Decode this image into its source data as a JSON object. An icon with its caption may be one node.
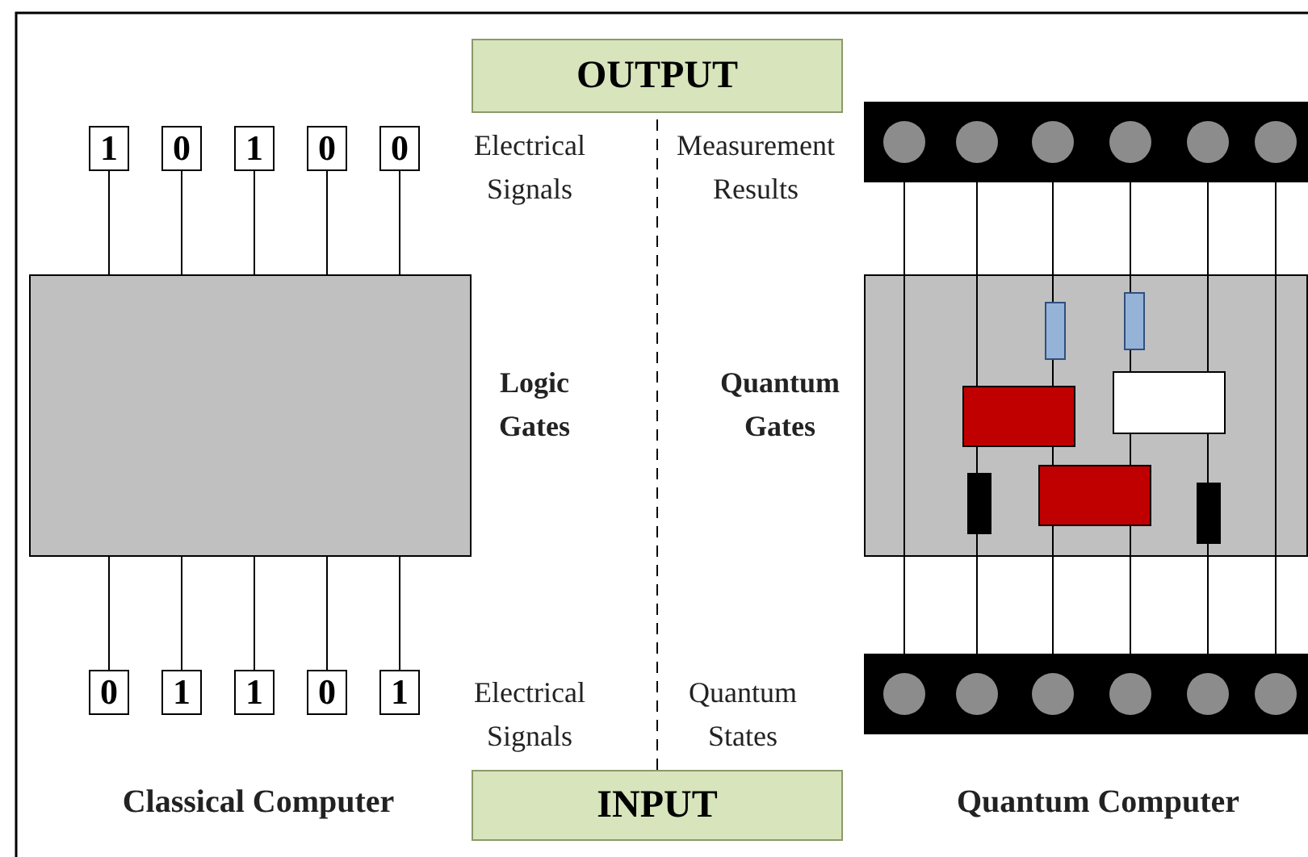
{
  "diagram": {
    "nodes": [
      {
        "text": [
          "OUTPUT"
        ]
      },
      {
        "text": [
          "1"
        ]
      },
      {
        "text": [
          "0"
        ]
      },
      {
        "text": [
          "1"
        ]
      },
      {
        "text": [
          "0"
        ]
      },
      {
        "text": [
          "0"
        ]
      },
      {
        "text": [],
        "shape": "box",
        "beside": [
          "Logic Gates"
        ]
      },
      {
        "text": [
          "0"
        ]
      },
      {
        "text": [
          "1"
        ]
      },
      {
        "text": [
          "1"
        ]
      },
      {
        "text": [
          "0"
        ]
      },
      {
        "text": [
          "1"
        ]
      },
      {
        "text": [
          "INPUT"
        ]
      },
      {
        "text": [],
        "shape": "bar"
      },
      {
        "text": [],
        "shape": "circle",
        "in": 13
      },
      {
        "text": [],
        "shape": "circle",
        "in": 13
      },
      {
        "text": [],
        "shape": "circle",
        "in": 13
      },
      {
        "text": [],
        "shape": "circle",
        "in": 13
      },
      {
        "text": [],
        "shape": "circle",
        "in": 13
      },
      {
        "text": [],
        "shape": "circle",
        "in": 13
      },
      {
        "text": [],
        "shape": "box",
        "beside": [
          "Quantum Gates"
        ]
      },
      {
        "text": [],
        "shape": "box",
        "in": 20
      },
      {
        "text": [],
        "shape": "box",
        "in": 20
      },
      {
        "text": [],
        "shape": "box",
        "in": 20
      },
      {
        "text": [],
        "shape": "box",
        "in": 20
      },
      {
        "text": [],
        "shape": "box",
        "in": 20
      },
      {
        "text": [],
        "shape": "box",
        "in": 20
      },
      {
        "text": [],
        "shape": "box",
        "in": 20
      },
      {
        "text": [],
        "shape": "bar"
      },
      {
        "text": [],
        "shape": "circle",
        "in": 28
      },
      {
        "text": [],
        "shape": "circle",
        "in": 28
      },
      {
        "text": [],
        "shape": "circle",
        "in": 28
      },
      {
        "text": [],
        "shape": "circle",
        "in": 28
      },
      {
        "text": [],
        "shape": "circle",
        "in": 28
      },
      {
        "text": [],
        "shape": "circle",
        "in": 28
      }
    ],
    "edges": [
      {
        "from": 6,
        "to": 1,
        "arrow": "none"
      },
      {
        "from": 6,
        "to": 2,
        "arrow": "none"
      },
      {
        "from": 6,
        "to": 3,
        "arrow": "none"
      },
      {
        "from": 6,
        "to": 4,
        "arrow": "none"
      },
      {
        "from": 6,
        "to": 5,
        "arrow": "none"
      },
      {
        "from": 7,
        "to": 6,
        "arrow": "none"
      },
      {
        "from": 8,
        "to": 6,
        "arrow": "none"
      },
      {
        "from": 9,
        "to": 6,
        "arrow": "none"
      },
      {
        "from": 10,
        "to": 6,
        "arrow": "none"
      },
      {
        "from": 11,
        "to": 6,
        "arrow": "none"
      },
      {
        "from": 12,
        "to": 0,
        "arrow": "none",
        "style": "dashed"
      },
      {
        "from": 20,
        "to": 14,
        "arrow": "none"
      },
      {
        "from": 20,
        "to": 15,
        "arrow": "none"
      },
      {
        "from": 20,
        "to": 16,
        "arrow": "none"
      },
      {
        "from": 20,
        "to": 17,
        "arrow": "none"
      },
      {
        "from": 20,
        "to": 18,
        "arrow": "none"
      },
      {
        "from": 20,
        "to": 19,
        "arrow": "none"
      },
      {
        "from": 29,
        "to": 20,
        "arrow": "none"
      },
      {
        "from": 30,
        "to": 20,
        "arrow": "none"
      },
      {
        "from": 31,
        "to": 20,
        "arrow": "none"
      },
      {
        "from": 32,
        "to": 20,
        "arrow": "none"
      },
      {
        "from": 33,
        "to": 20,
        "arrow": "none"
      },
      {
        "from": 34,
        "to": 20,
        "arrow": "none"
      }
    ],
    "labels": [
      "Electrical Signals",
      "Measurement Results",
      "Electrical Signals",
      "Quantum States",
      "Classical Computer",
      "Quantum Computer"
    ]
  }
}
